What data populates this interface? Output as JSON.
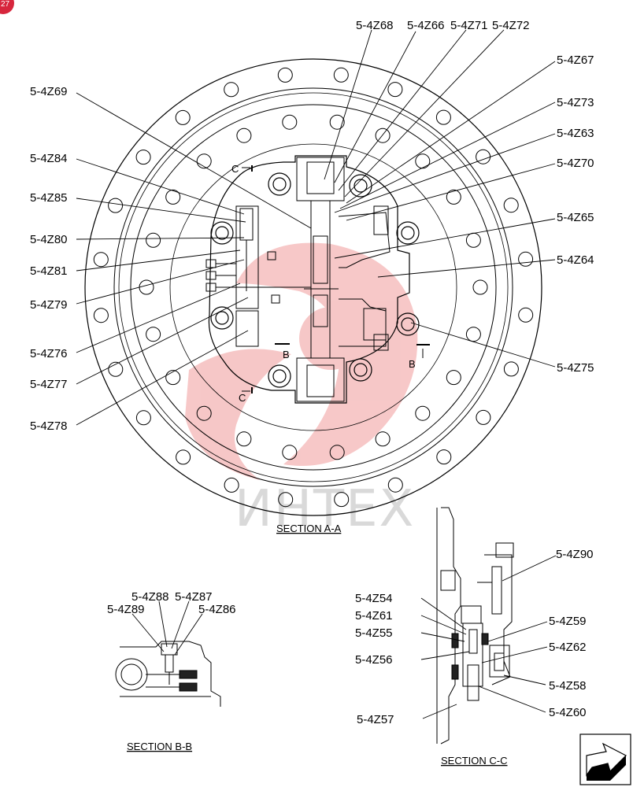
{
  "badge": {
    "text": "27",
    "color": "#d7263d"
  },
  "watermark": {
    "text": "ИНТЕХ",
    "color": "#e23b3b"
  },
  "sections": {
    "aa": "SECTION A-A",
    "bb": "SECTION B-B",
    "cc": "SECTION C-C"
  },
  "markers": {
    "c": "C",
    "b": "B"
  },
  "labels": {
    "z68": "5-4Z68",
    "z66": "5-4Z66",
    "z71": "5-4Z71",
    "z72": "5-4Z72",
    "z67": "5-4Z67",
    "z73": "5-4Z73",
    "z63": "5-4Z63",
    "z70": "5-4Z70",
    "z65": "5-4Z65",
    "z64": "5-4Z64",
    "z75": "5-4Z75",
    "z69": "5-4Z69",
    "z84": "5-4Z84",
    "z85": "5-4Z85",
    "z80": "5-4Z80",
    "z81": "5-4Z81",
    "z79": "5-4Z79",
    "z76": "5-4Z76",
    "z77": "5-4Z77",
    "z78": "5-4Z78",
    "z88": "5-4Z88",
    "z87": "5-4Z87",
    "z89": "5-4Z89",
    "z86": "5-4Z86",
    "z90": "5-4Z90",
    "z54": "5-4Z54",
    "z61": "5-4Z61",
    "z55": "5-4Z55",
    "z56": "5-4Z56",
    "z59": "5-4Z59",
    "z62": "5-4Z62",
    "z58": "5-4Z58",
    "z60": "5-4Z60",
    "z57": "5-4Z57"
  },
  "nav_icon": "next-page-arrow-icon"
}
